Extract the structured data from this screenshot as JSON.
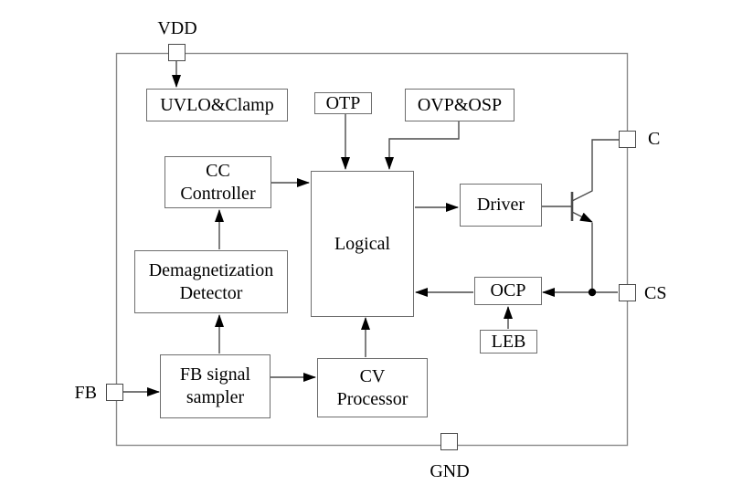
{
  "diagram_type": "IC functional block diagram",
  "colors": {
    "background": "#ffffff",
    "wire": "#4a4a4a",
    "block_border": "#6e6e6e",
    "outer_border": "#8a8a8a",
    "arrowhead": "#000000",
    "text": "#000000"
  },
  "pins": {
    "vdd": {
      "label": "VDD",
      "side": "top"
    },
    "c": {
      "label": "C",
      "side": "right"
    },
    "cs": {
      "label": "CS",
      "side": "right"
    },
    "fb": {
      "label": "FB",
      "side": "left"
    },
    "gnd": {
      "label": "GND",
      "side": "bottom"
    }
  },
  "blocks": {
    "uvlo": {
      "lines": [
        "UVLO&Clamp"
      ]
    },
    "otp": {
      "lines": [
        "OTP"
      ]
    },
    "ovp": {
      "lines": [
        "OVP&OSP"
      ]
    },
    "cc": {
      "lines": [
        "CC",
        "Controller"
      ]
    },
    "logical": {
      "lines": [
        "Logical"
      ]
    },
    "driver": {
      "lines": [
        "Driver"
      ]
    },
    "demag": {
      "lines": [
        "Demagnetization",
        "Detector"
      ]
    },
    "ocp": {
      "lines": [
        "OCP"
      ]
    },
    "leb": {
      "lines": [
        "LEB"
      ]
    },
    "fb_sampler": {
      "lines": [
        "FB signal",
        "sampler"
      ]
    },
    "cv": {
      "lines": [
        "CV",
        "Processor"
      ]
    }
  },
  "connections": [
    {
      "from": "pin-vdd",
      "to": "uvlo",
      "arrow": true
    },
    {
      "from": "otp",
      "to": "logical",
      "arrow": true
    },
    {
      "from": "ovp",
      "to": "logical",
      "arrow": true
    },
    {
      "from": "cc",
      "to": "logical",
      "arrow": true
    },
    {
      "from": "logical",
      "to": "driver",
      "arrow": true
    },
    {
      "from": "driver",
      "to": "transistor-base",
      "arrow": false
    },
    {
      "from": "transistor-collector",
      "to": "pin-c",
      "arrow": false
    },
    {
      "from": "transistor-emitter",
      "to": "cs-node",
      "arrow": false
    },
    {
      "from": "pin-cs",
      "to": "ocp",
      "arrow": true
    },
    {
      "from": "leb",
      "to": "ocp",
      "arrow": true
    },
    {
      "from": "ocp",
      "to": "logical",
      "arrow": true
    },
    {
      "from": "demag",
      "to": "cc",
      "arrow": true
    },
    {
      "from": "fb_sampler",
      "to": "demag",
      "arrow": true
    },
    {
      "from": "pin-fb",
      "to": "fb_sampler",
      "arrow": true
    },
    {
      "from": "fb_sampler",
      "to": "cv",
      "arrow": true
    },
    {
      "from": "cv",
      "to": "logical",
      "arrow": true
    }
  ]
}
